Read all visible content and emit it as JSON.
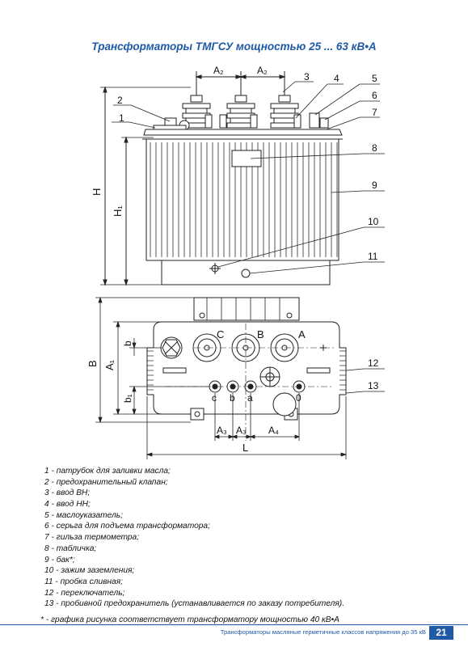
{
  "title": "Трансформаторы ТМГСУ мощностью 25 ... 63 кВ•А",
  "callouts": [
    "1",
    "2",
    "3",
    "4",
    "5",
    "6",
    "7",
    "8",
    "9",
    "10",
    "11",
    "12",
    "13"
  ],
  "dimensions": {
    "A2": "A₂",
    "A3": "A₃",
    "A4": "A₄",
    "H": "H",
    "H1": "H₁",
    "B": "B",
    "A1": "A₁",
    "b": "b",
    "b1": "b₁",
    "L": "L"
  },
  "phase_labels": {
    "C": "C",
    "B": "B",
    "A": "A"
  },
  "lv_labels": {
    "c": "c",
    "b": "b",
    "a": "a",
    "zero": "0"
  },
  "legend": [
    "1 - патрубок для заливки масла;",
    "2 - предохранительный клапан;",
    "3 - ввод ВН;",
    "4 - ввод НН;",
    "5 - маслоуказатель;",
    "6 - серьга для подъема трансформатора;",
    "7 - гильза термометра;",
    "8 - табличка;",
    "9 - бак*;",
    "10 - зажим заземления;",
    "11 - пробка сливная;",
    "12 - переключатель;",
    "13 - пробивной предохранитель (устанавливается по заказу потребителя)."
  ],
  "note": "* - графика рисунка соответствует трансформатору мощностью 40 кВ•А",
  "footer": {
    "text": "Трансформаторы масляные герметичные классов напряжения до 35 кВ",
    "page": "21"
  },
  "colors": {
    "accent": "#1f5aa6",
    "line": "#222222"
  }
}
